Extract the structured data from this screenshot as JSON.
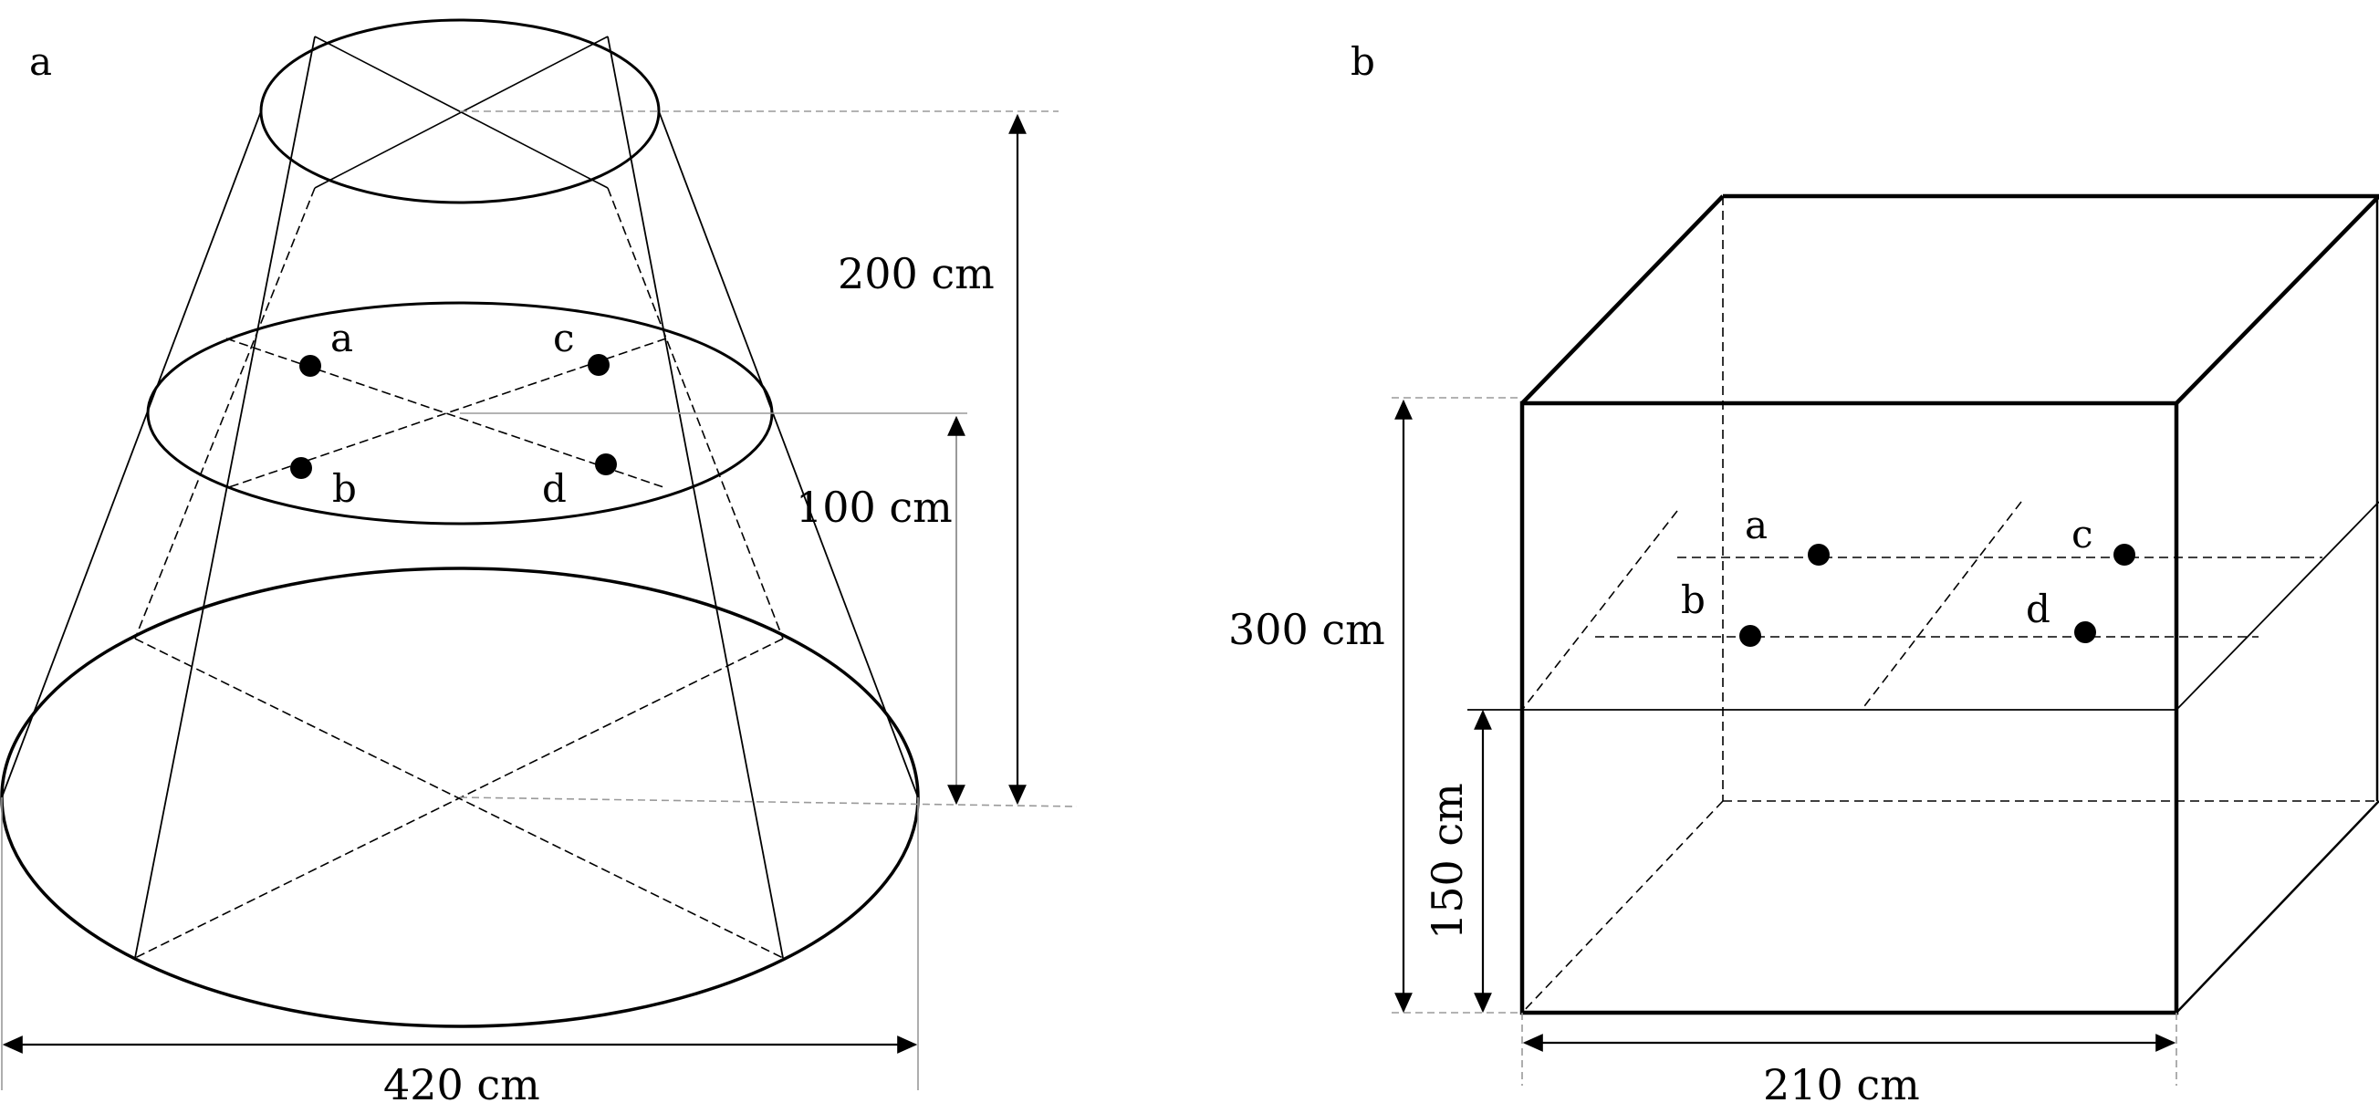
{
  "panels": {
    "a": {
      "label": "a",
      "points": {
        "a": "a",
        "b": "b",
        "c": "c",
        "d": "d"
      },
      "dimensions": {
        "height_top": "200 cm",
        "height_mid": "100 cm",
        "diameter": "420 cm"
      }
    },
    "b": {
      "label": "b",
      "points": {
        "a": "a",
        "b": "b",
        "c": "c",
        "d": "d"
      },
      "dimensions": {
        "height_total": "300 cm",
        "height_mid": "150 cm",
        "width": "210 cm"
      }
    }
  },
  "colors": {
    "line": "#000000",
    "guide": "#9a9a9a"
  }
}
